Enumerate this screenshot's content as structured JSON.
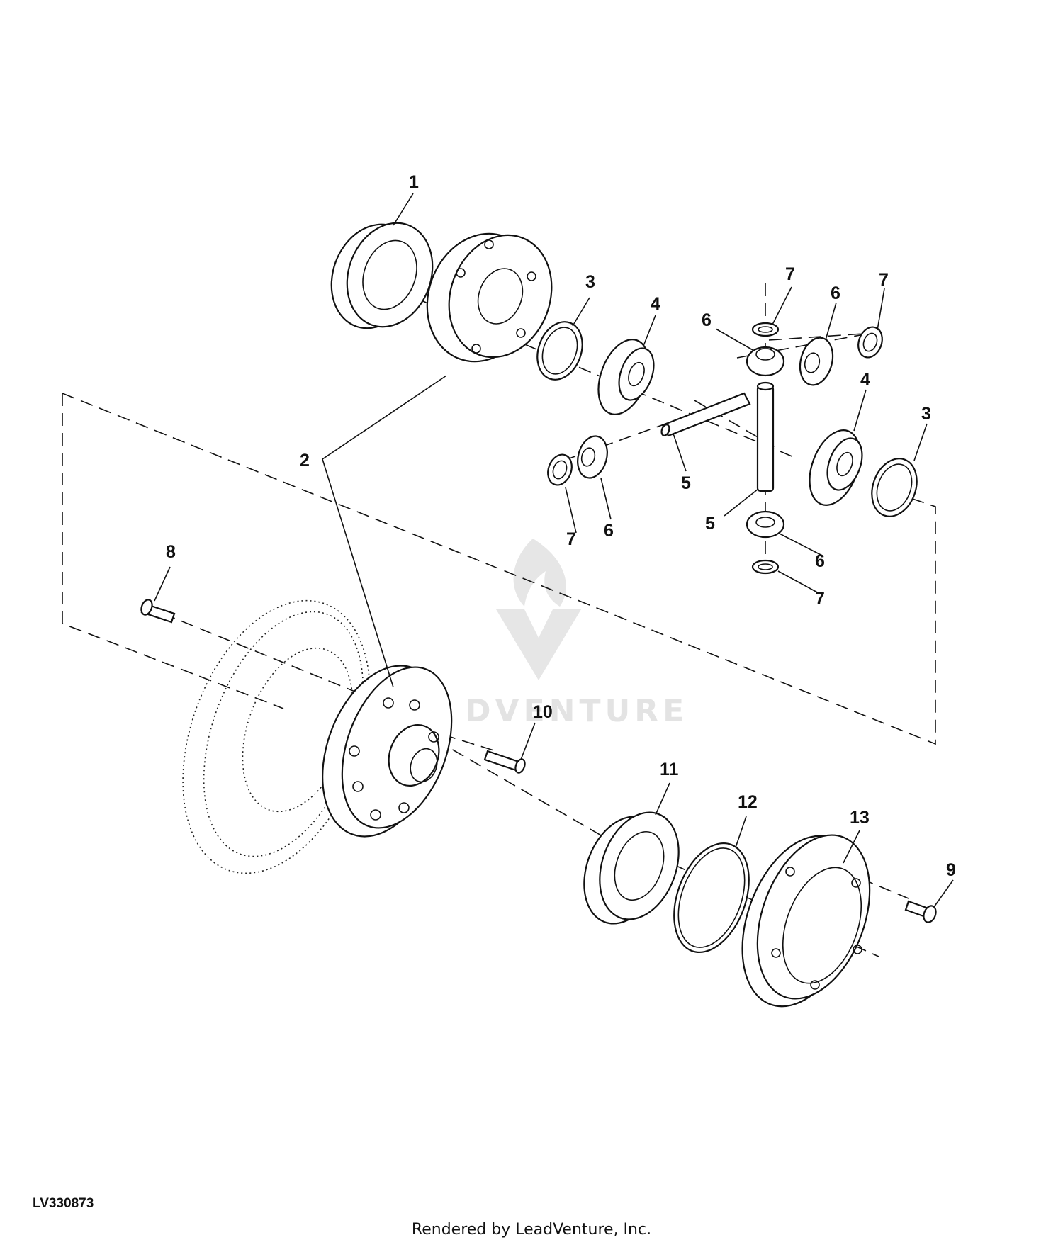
{
  "diagram": {
    "drawing_id": "LV330873",
    "footer_credit": "Rendered by LeadVenture, Inc.",
    "watermark_text": "DVENTURE",
    "callouts": [
      "1",
      "2",
      "3",
      "3",
      "4",
      "4",
      "5",
      "5",
      "6",
      "6",
      "6",
      "6",
      "7",
      "7",
      "7",
      "7",
      "8",
      "9",
      "10",
      "11",
      "12",
      "13"
    ]
  }
}
